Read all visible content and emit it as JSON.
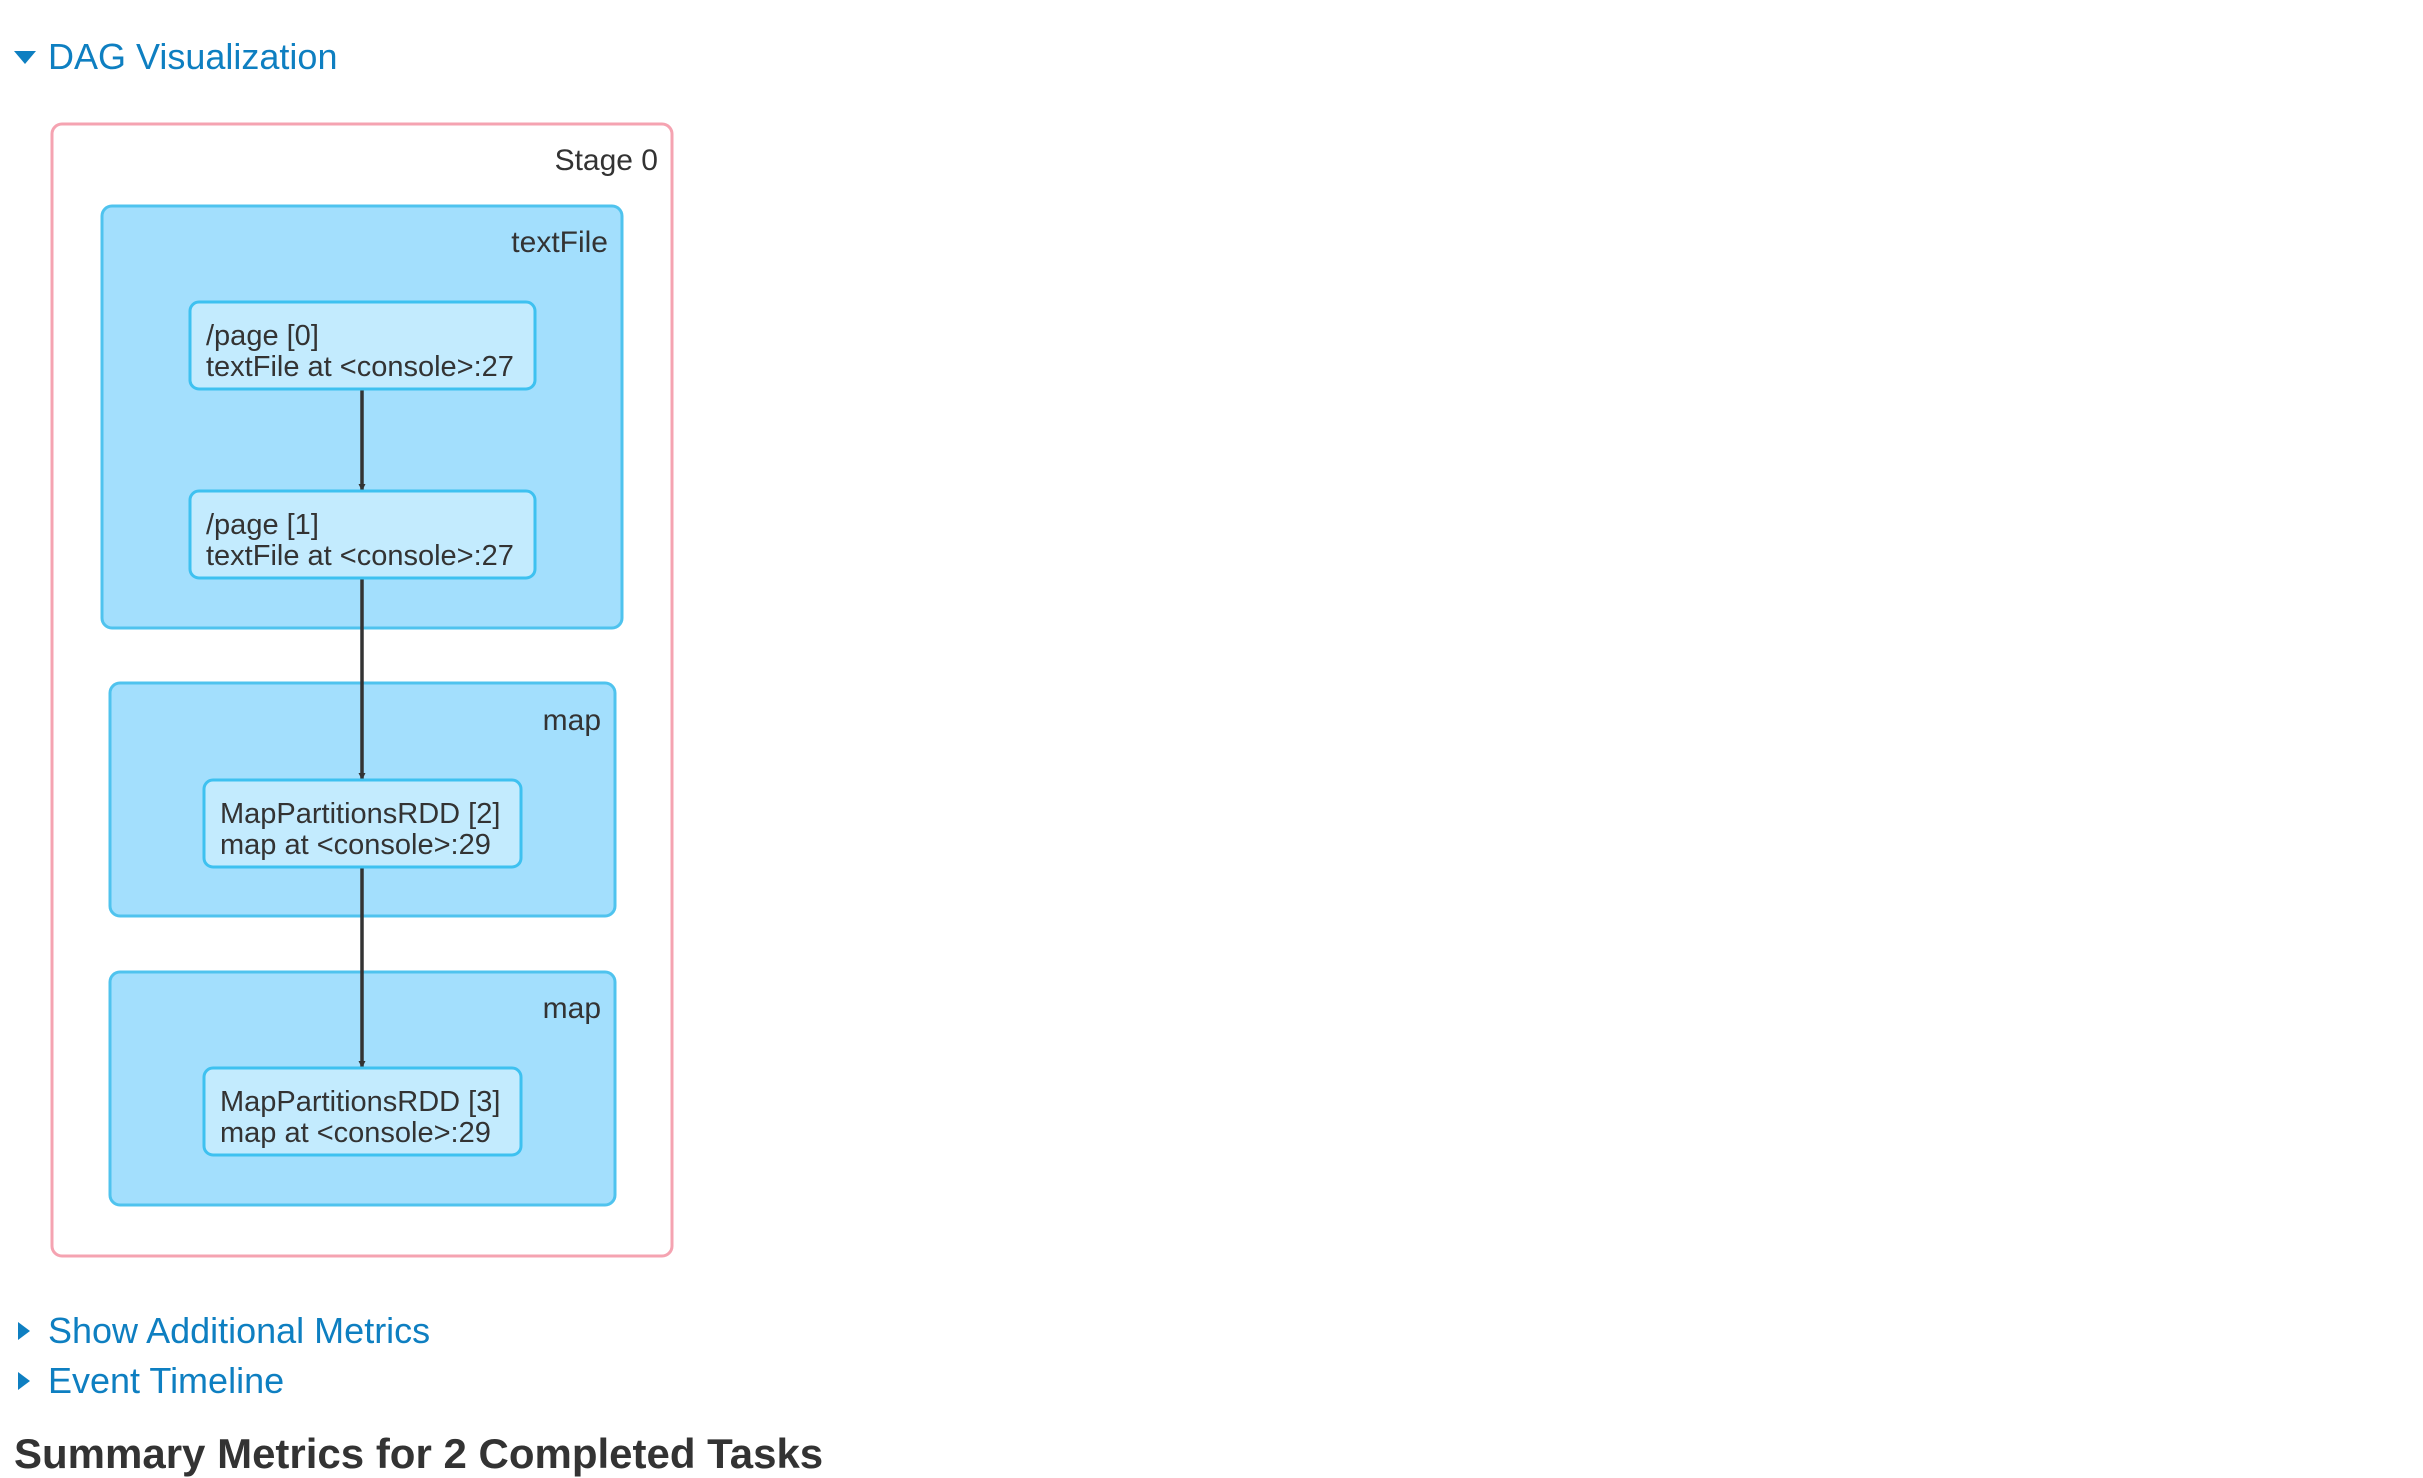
{
  "dag_toggle": {
    "label": "DAG Visualization",
    "expanded": true
  },
  "stage": {
    "label": "Stage 0",
    "clusters": [
      {
        "label": "textFile",
        "nodes": [
          {
            "line1": "/page [0]",
            "line2": "textFile at <console>:27"
          },
          {
            "line1": "/page [1]",
            "line2": "textFile at <console>:27"
          }
        ]
      },
      {
        "label": "map",
        "nodes": [
          {
            "line1": "MapPartitionsRDD [2]",
            "line2": "map at <console>:29"
          }
        ]
      },
      {
        "label": "map",
        "nodes": [
          {
            "line1": "MapPartitionsRDD [3]",
            "line2": "map at <console>:29"
          }
        ]
      }
    ]
  },
  "additional_metrics_toggle": {
    "label": "Show Additional Metrics",
    "expanded": false
  },
  "event_timeline_toggle": {
    "label": "Event Timeline",
    "expanded": false
  },
  "summary_heading": "Summary Metrics for 2 Completed Tasks",
  "colors": {
    "link": "#0e7fc1",
    "stage_border": "#f5a3b1",
    "cluster_fill": "#a3dffd",
    "node_fill": "#c3ebfe",
    "node_border": "#3ec1f0"
  }
}
